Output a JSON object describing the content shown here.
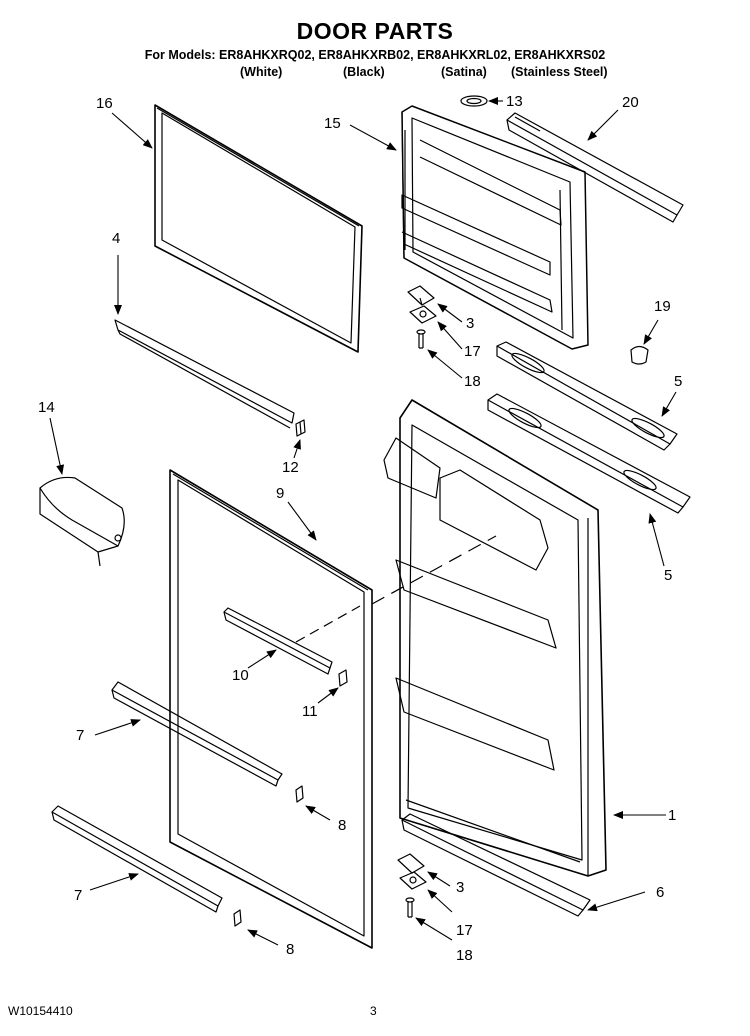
{
  "header": {
    "title": "DOOR PARTS",
    "models_line": "For Models: ER8AHKXRQ02, ER8AHKXRB02, ER8AHKXRL02, ER8AHKXRS02",
    "finishes": [
      "(White)",
      "(Black)",
      "(Satina)",
      "(Stainless Steel)"
    ]
  },
  "footer": {
    "doc_number": "W10154410",
    "page_number": "3"
  },
  "callouts": {
    "c1": "1",
    "c3a": "3",
    "c3b": "3",
    "c4": "4",
    "c5a": "5",
    "c5b": "5",
    "c6": "6",
    "c7a": "7",
    "c7b": "7",
    "c8a": "8",
    "c8b": "8",
    "c9": "9",
    "c10": "10",
    "c11": "11",
    "c12": "12",
    "c13": "13",
    "c14": "14",
    "c15": "15",
    "c16": "16",
    "c17a": "17",
    "c17b": "17",
    "c18a": "18",
    "c18b": "18",
    "c19": "19",
    "c20": "20"
  }
}
